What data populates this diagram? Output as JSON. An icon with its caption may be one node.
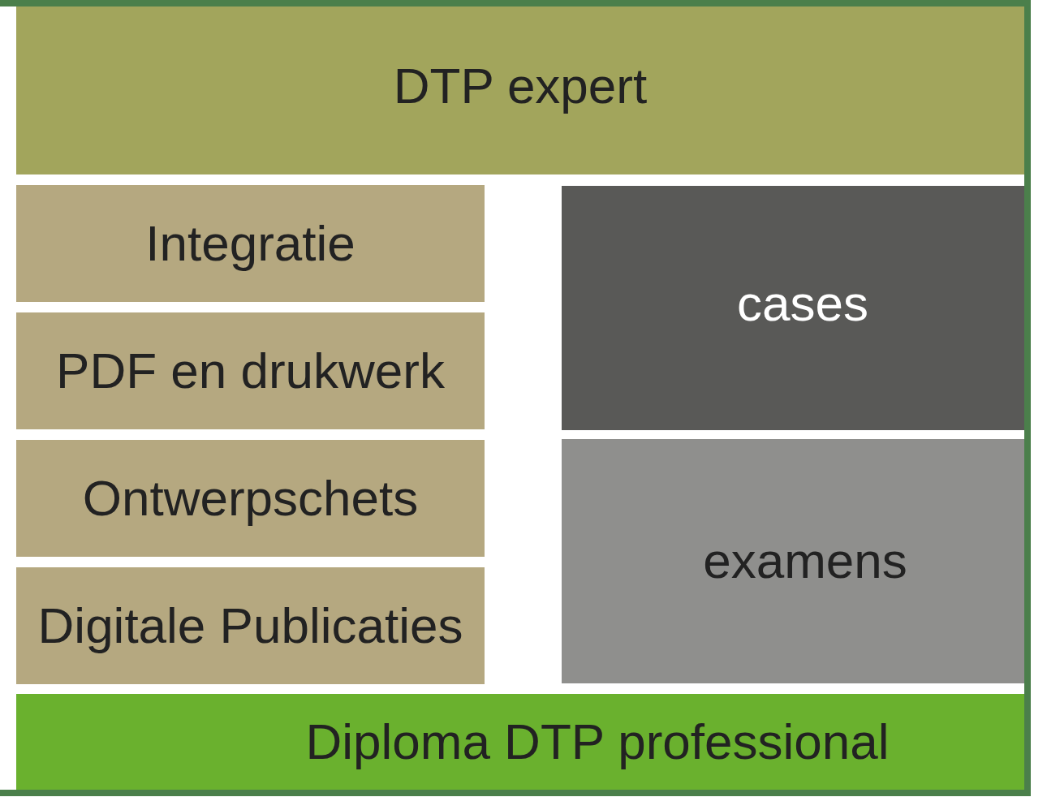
{
  "diagram": {
    "nodes": [
      {
        "text": [
          "DTP expert"
        ]
      },
      {
        "text": [
          "Integratie"
        ]
      },
      {
        "text": [
          "PDF en drukwerk"
        ]
      },
      {
        "text": [
          "Ontwerpschets"
        ]
      },
      {
        "text": [
          "Digitale Publicaties"
        ]
      },
      {
        "text": [
          "cases"
        ]
      },
      {
        "text": [
          "examens"
        ]
      },
      {
        "text": [
          "Diploma DTP professional"
        ]
      }
    ]
  }
}
